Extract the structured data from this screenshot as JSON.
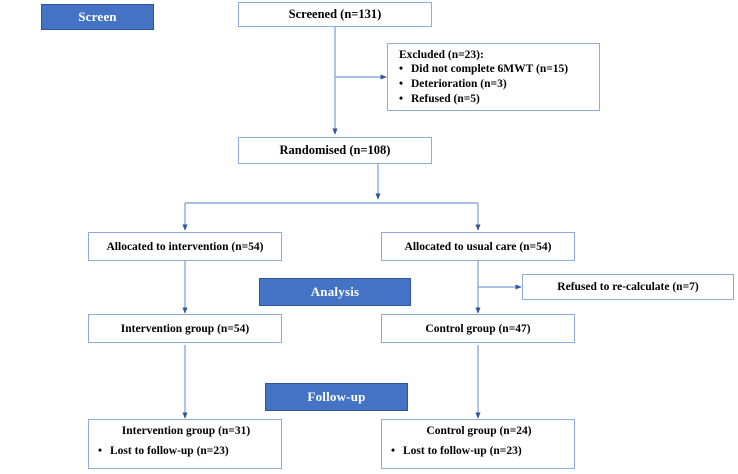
{
  "diagram": {
    "type": "consort-flow-diagram",
    "colors": {
      "banner_fill": "#4472C4",
      "banner_border": "#2F5597",
      "box_border": "#8FAADC",
      "connector": "#8FAADC",
      "arrowhead": "#2F5597",
      "text": "#000000",
      "banner_text": "#FFFFFF",
      "background": "#FFFFFF"
    }
  },
  "banners": [
    {
      "id": "screen",
      "label": "Screen"
    },
    {
      "id": "analysis",
      "label": "Analysis"
    },
    {
      "id": "followup",
      "label": "Follow-up"
    }
  ],
  "nodes": {
    "screened": {
      "label": "Screened (n=131)"
    },
    "excluded": {
      "heading": "Excluded (n=23):",
      "bullet_char": "•",
      "items": [
        "Did not complete 6MWT (n=15)",
        "Deterioration (n=3)",
        "Refused (n=5)"
      ]
    },
    "randomised": {
      "label": "Randomised (n=108)"
    },
    "allocated_intervention": {
      "label": "Allocated to intervention (n=54)"
    },
    "allocated_usual_care": {
      "label": "Allocated to usual care (n=54)"
    },
    "refused_recalculate": {
      "label": "Refused to re-calculate (n=7)"
    },
    "intervention_analysis": {
      "label": "Intervention group (n=54)"
    },
    "control_analysis": {
      "label": "Control group (n=47)"
    },
    "intervention_followup": {
      "label": "Intervention group (n=31)",
      "bullet_char": "•",
      "items": [
        "Lost to follow-up (n=23)"
      ]
    },
    "control_followup": {
      "label": "Control group (n=24)",
      "bullet_char": "•",
      "items": [
        "Lost to follow-up (n=23)"
      ]
    }
  }
}
